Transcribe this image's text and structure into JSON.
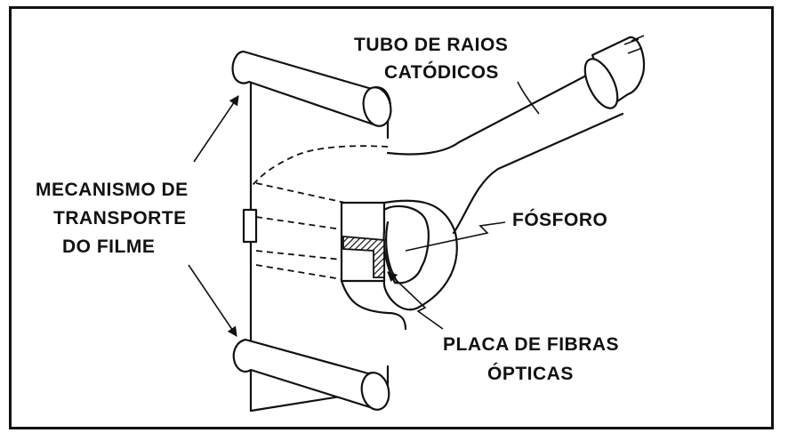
{
  "labels": {
    "crt_line1": "TUBO DE RAIOS",
    "crt_line2": "CATÓDICOS",
    "transport_line1": "MECANISMO DE",
    "transport_line2": "TRANSPORTE",
    "transport_line3": "DO FILME",
    "phosphor": "FÓSFORO",
    "fiber_line1": "PLACA DE FIBRAS",
    "fiber_line2": "ÓPTICAS"
  },
  "colors": {
    "ink": "#111111",
    "paper": "#ffffff"
  }
}
